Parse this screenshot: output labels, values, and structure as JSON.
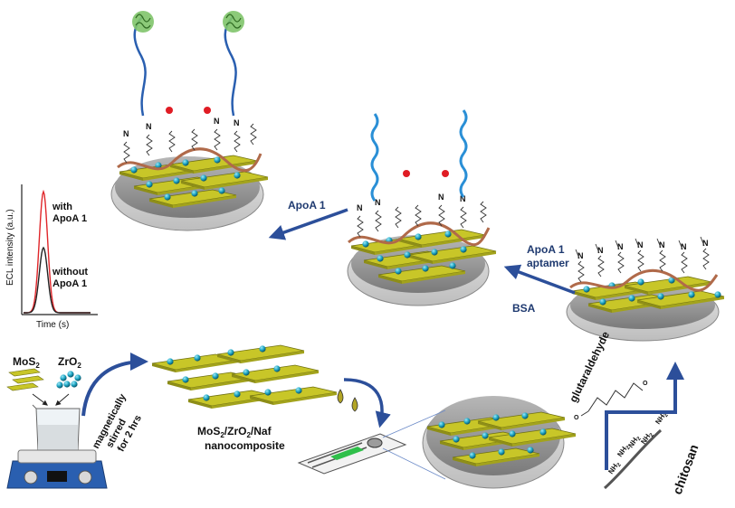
{
  "labels": {
    "mos2": "MoS",
    "mos2_sub": "2",
    "zro2": "ZrO",
    "zro2_sub": "2",
    "stir_1": "magnetically",
    "stir_2": "stirred",
    "stir_3": "for 2 hrs",
    "nano_1": "MoS",
    "nano_1_sub": "2",
    "nano_1_mid": "/ZrO",
    "nano_1_sub2": "2",
    "nano_1_end": "/Naf",
    "nano_2": "nanocomposite",
    "glutaraldehyde": "glutaraldehyde",
    "chitosan": "chitosan",
    "nh2": "NH",
    "nh2_sub": "2",
    "apoa_aptamer_1": "ApoA 1",
    "apoa_aptamer_2": "aptamer",
    "bsa": "BSA",
    "apoa_step": "ApoA 1",
    "linker_n": "N"
  },
  "plot": {
    "ylabel": "ECL intensity (a.u.)",
    "xlabel": "Time (s)",
    "with_1": "with",
    "with_2": "ApoA 1",
    "without_1": "without",
    "without_2": "ApoA 1",
    "with_color": "#e0262a",
    "without_color": "#222222"
  },
  "colors": {
    "sheet": "#c8c628",
    "sheet_edge": "#6f7012",
    "sphere": "#1fa6c4",
    "electrode": "#9c9c9c",
    "arrow": "#2c4f9a",
    "aptamer": "#2a8fd6",
    "protein": "#e01c24",
    "chitosan_chain": "#b06a4a"
  }
}
